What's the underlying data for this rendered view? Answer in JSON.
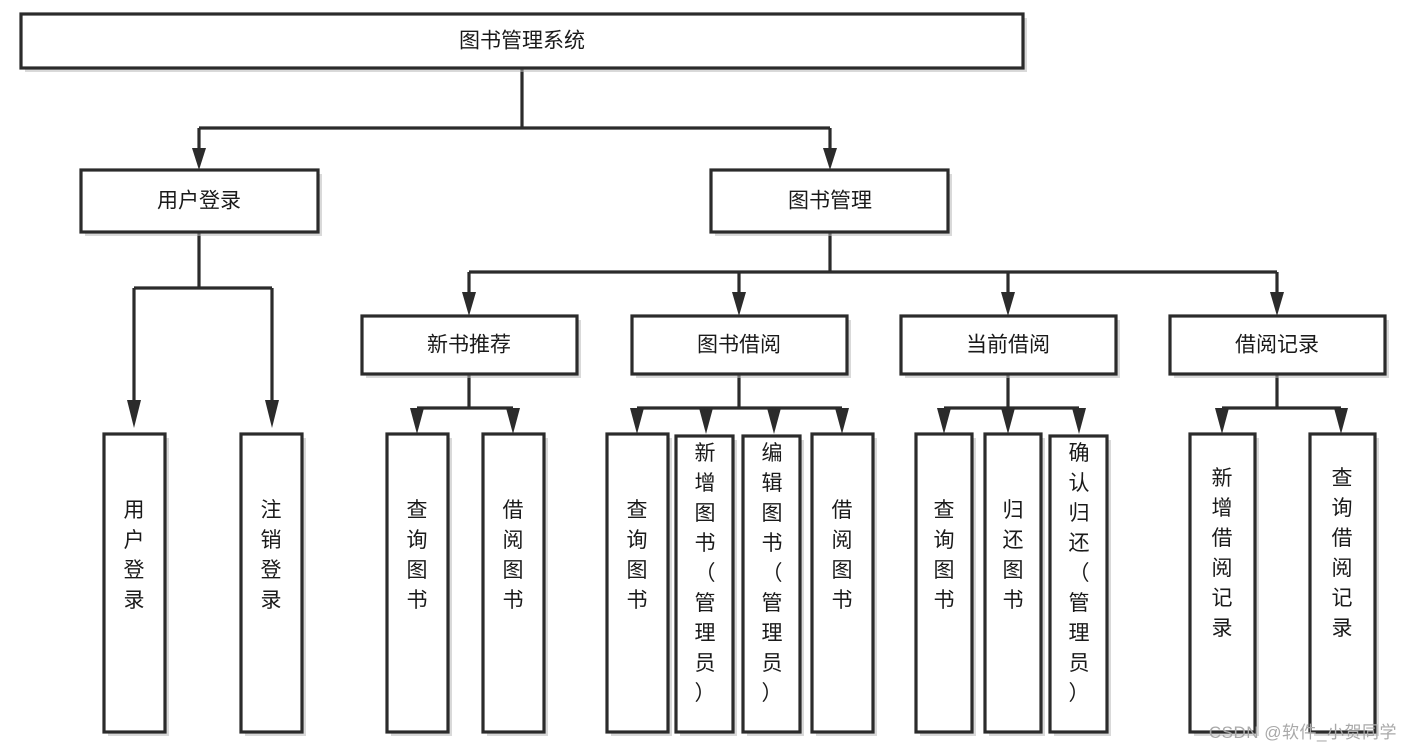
{
  "diagram": {
    "title": "图书管理系统",
    "type": "tree-hierarchy-diagram",
    "orientation": "top-down",
    "colors": {
      "box_stroke": "#2b2b2b",
      "box_fill": "#ffffff",
      "connector": "#2b2b2b",
      "background": "#ffffff",
      "watermark": "#a9a9a9"
    },
    "root": {
      "label": "图书管理系统"
    },
    "level1": [
      {
        "label": "用户登录"
      },
      {
        "label": "图书管理"
      }
    ],
    "level2": [
      {
        "label": "新书推荐",
        "parent": "图书管理"
      },
      {
        "label": "图书借阅",
        "parent": "图书管理"
      },
      {
        "label": "当前借阅",
        "parent": "图书管理"
      },
      {
        "label": "借阅记录",
        "parent": "图书管理"
      }
    ],
    "leaves": {
      "用户登录": [
        {
          "label": "用户登录"
        },
        {
          "label": "注销登录"
        }
      ],
      "新书推荐": [
        {
          "label": "查询图书"
        },
        {
          "label": "借阅图书"
        }
      ],
      "图书借阅": [
        {
          "label": "查询图书"
        },
        {
          "label": "新增图书（管理员）"
        },
        {
          "label": "编辑图书（管理员）"
        },
        {
          "label": "借阅图书"
        }
      ],
      "当前借阅": [
        {
          "label": "查询图书"
        },
        {
          "label": "归还图书"
        },
        {
          "label": "确认归还（管理员）"
        }
      ],
      "借阅记录": [
        {
          "label": "新增借阅记录"
        },
        {
          "label": "查询借阅记录"
        }
      ]
    }
  },
  "watermark": {
    "text": "CSDN @软件_小贺同学"
  }
}
